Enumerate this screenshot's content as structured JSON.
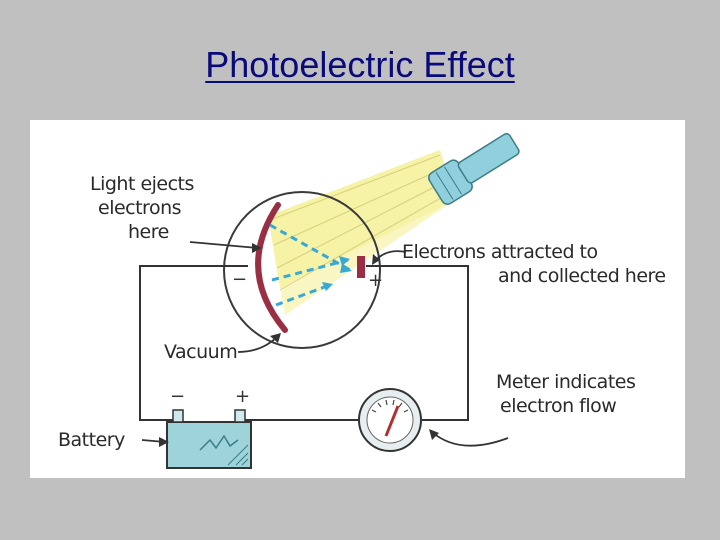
{
  "slide": {
    "title": "Photoelectric Effect"
  },
  "diagram": {
    "labels": {
      "light_ejects": [
        "Light ejects",
        "electrons",
        "here"
      ],
      "electrons_attracted": [
        "Electrons attracted to",
        "and collected here"
      ],
      "vacuum": "Vacuum",
      "meter": [
        "Meter indicates",
        "electron flow"
      ],
      "battery": "Battery"
    },
    "signs": {
      "cathode_minus": "−",
      "anode_plus": "+",
      "battery_minus": "−",
      "battery_plus": "+"
    },
    "colors": {
      "beam": "#f6f2a6",
      "flashlight": "#8fd0dc",
      "electrons": "#36a9d8",
      "cathode": "#9a2f44",
      "battery": "#9fd3da",
      "wire": "#333333"
    }
  }
}
